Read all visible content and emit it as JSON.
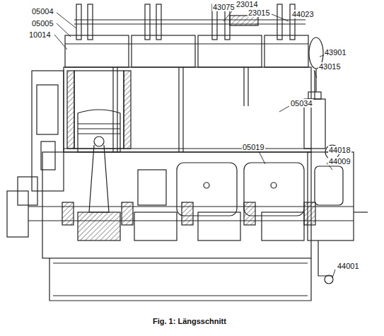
{
  "diagram": {
    "caption": "Fig. 1: Längsschnitt",
    "labels": [
      "05004",
      "05005",
      "10014",
      "43075",
      "23014",
      "23015",
      "44023",
      "43901",
      "43015",
      "05034",
      "05019",
      "44018",
      "44009",
      "44001"
    ]
  }
}
